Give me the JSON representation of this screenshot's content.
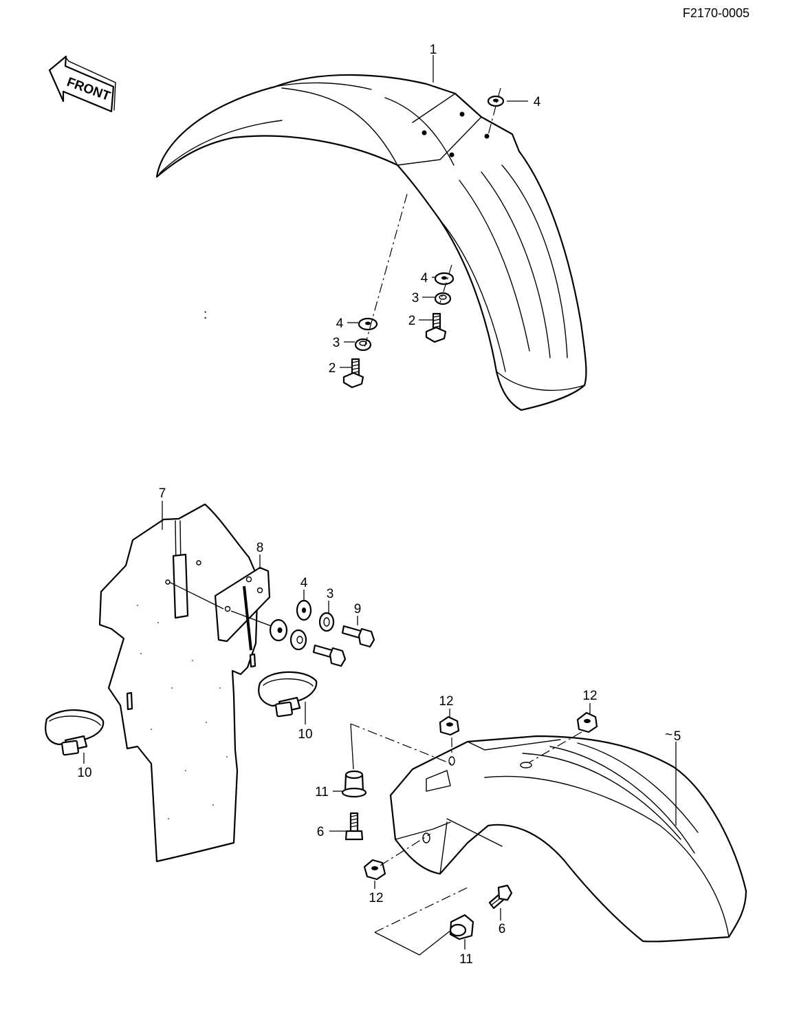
{
  "diagram_code": "F2170-0005",
  "front_label": "FRONT",
  "callouts": [
    {
      "id": "c1",
      "text": "1"
    },
    {
      "id": "c4a",
      "text": "4"
    },
    {
      "id": "c4b",
      "text": "4"
    },
    {
      "id": "c3b",
      "text": "3"
    },
    {
      "id": "c2b",
      "text": "2"
    },
    {
      "id": "c4c",
      "text": "4"
    },
    {
      "id": "c3c",
      "text": "3"
    },
    {
      "id": "c2c",
      "text": "2"
    },
    {
      "id": "c7",
      "text": "7"
    },
    {
      "id": "c8",
      "text": "8"
    },
    {
      "id": "c4d",
      "text": "4"
    },
    {
      "id": "c3d",
      "text": "3"
    },
    {
      "id": "c9",
      "text": "9"
    },
    {
      "id": "c10a",
      "text": "10"
    },
    {
      "id": "c10b",
      "text": "10"
    },
    {
      "id": "c12a",
      "text": "12"
    },
    {
      "id": "c12b",
      "text": "12"
    },
    {
      "id": "c5",
      "text": "5"
    },
    {
      "id": "c11a",
      "text": "11"
    },
    {
      "id": "c6a",
      "text": "6"
    },
    {
      "id": "c12c",
      "text": "12"
    },
    {
      "id": "c6b",
      "text": "6"
    },
    {
      "id": "c11b",
      "text": "11"
    }
  ]
}
